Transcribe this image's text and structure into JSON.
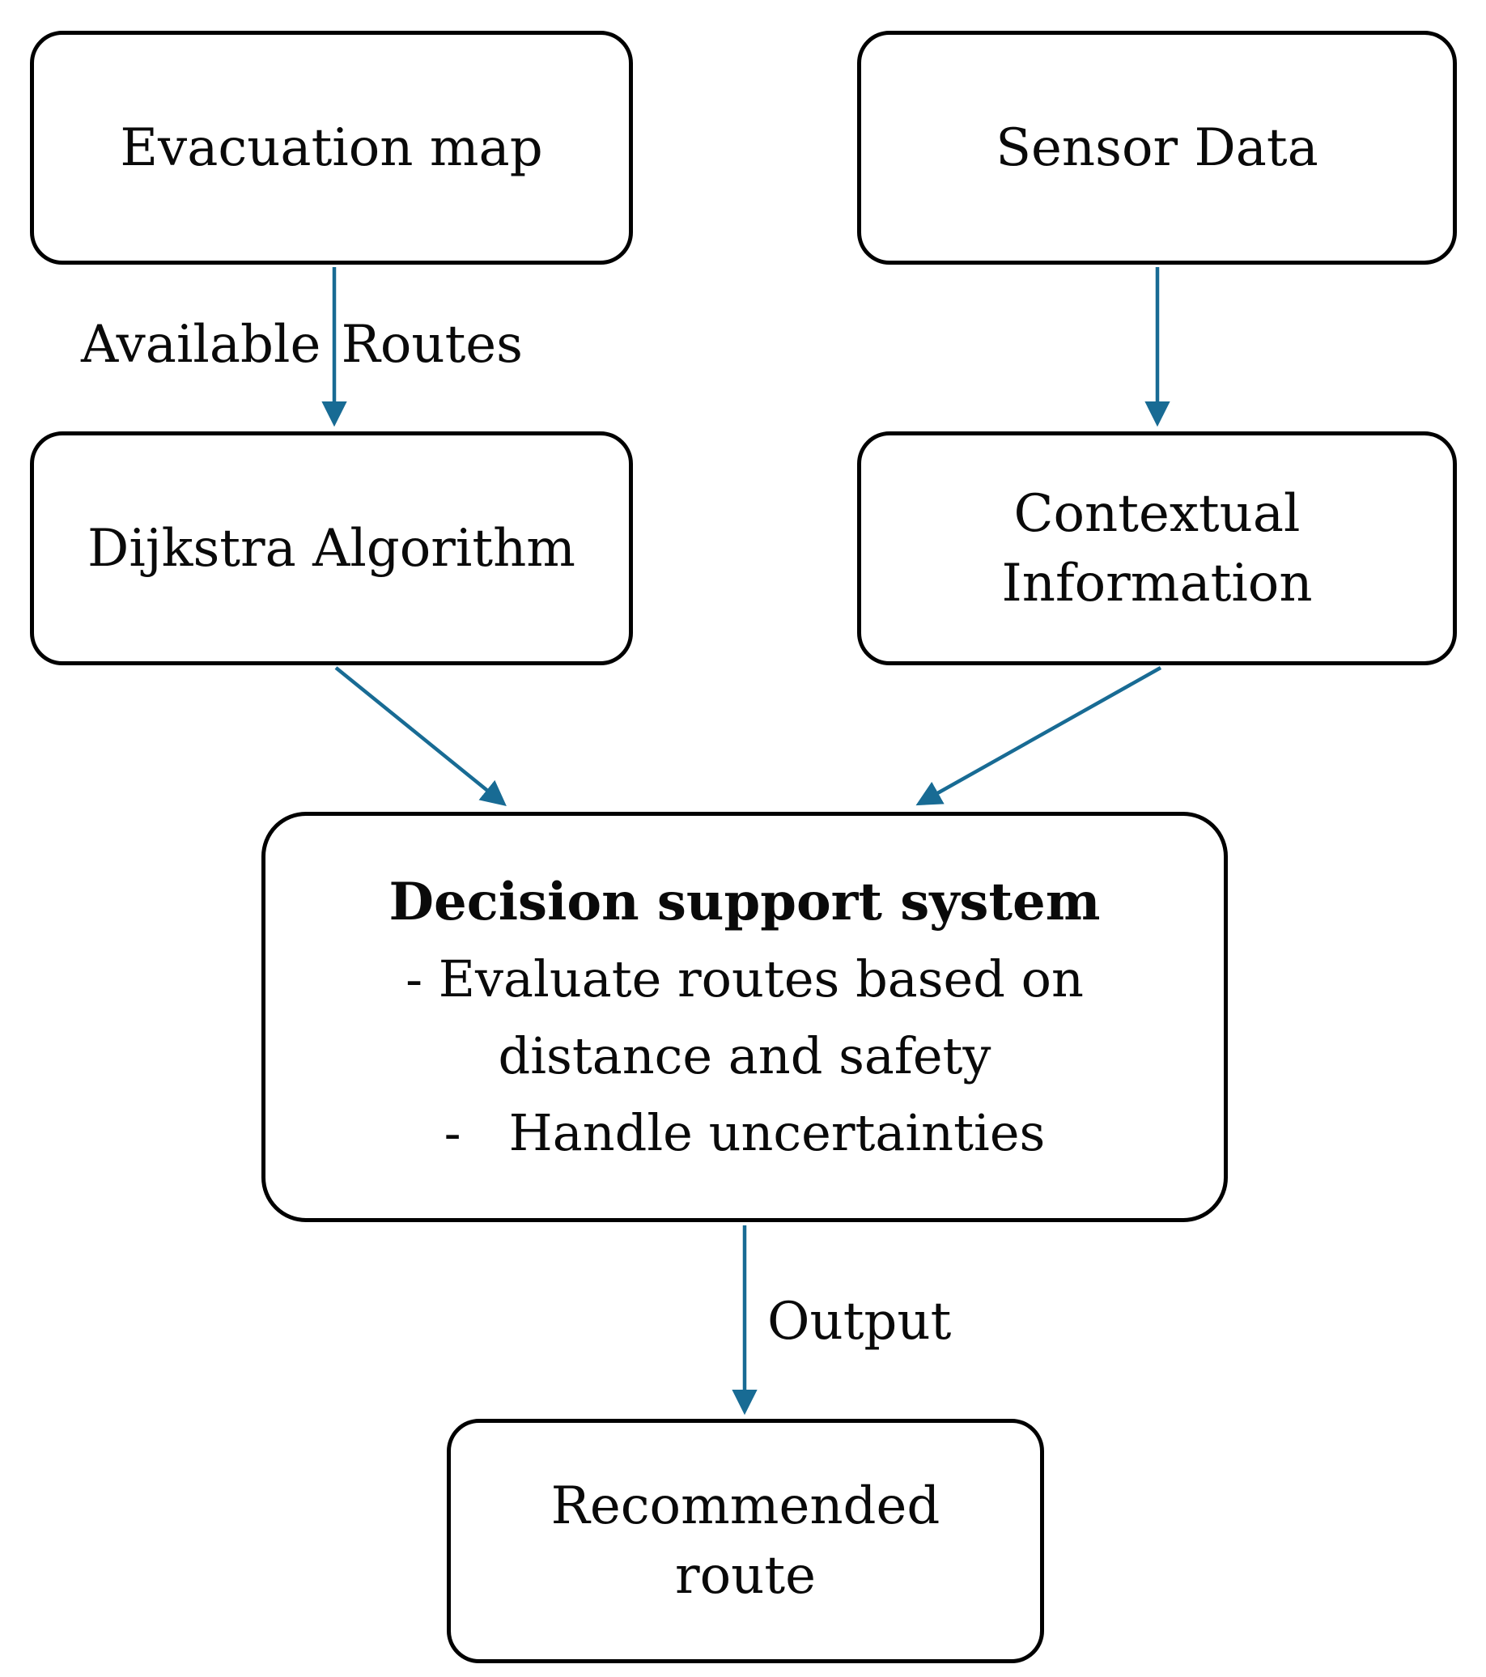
{
  "diagram": {
    "background_color": "#ffffff",
    "box_border_color": "#000000",
    "arrow_color": "#186b94",
    "nodes": {
      "evacuation_map": {
        "label": "Evacuation map"
      },
      "sensor_data": {
        "label": "Sensor Data"
      },
      "dijkstra_algorithm": {
        "label": "Dijkstra Algorithm"
      },
      "contextual_information": {
        "lines": [
          "Contextual",
          "Information"
        ]
      },
      "decision_support_system": {
        "title": "Decision support system",
        "lines": [
          "- Evaluate routes based on",
          "distance and safety",
          "-   Handle uncertainties"
        ]
      },
      "recommended_route": {
        "lines": [
          "Recommended",
          "route"
        ]
      }
    },
    "edge_labels": {
      "available_routes": {
        "left": "Available",
        "right": "Routes"
      },
      "output": "Output"
    }
  }
}
